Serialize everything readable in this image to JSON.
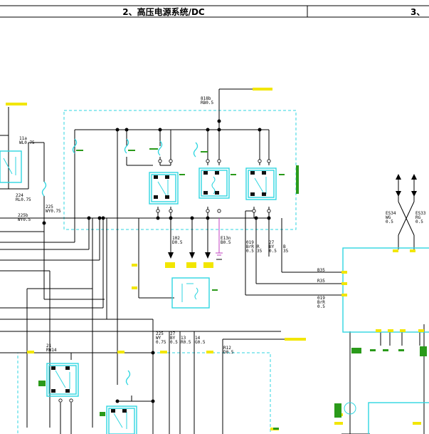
{
  "header": {
    "title_left": "2、高压电源系统/DC",
    "title_right": "3、"
  },
  "wire_labels": [
    {
      "id": "w818b",
      "lines": [
        "818b",
        "RB0.5"
      ]
    },
    {
      "id": "w11a",
      "lines": [
        "11a",
        "WL0.75"
      ]
    },
    {
      "id": "w224",
      "lines": [
        "224",
        "RL0.75"
      ]
    },
    {
      "id": "w225",
      "lines": [
        "225",
        "WY0.75"
      ]
    },
    {
      "id": "w225b",
      "lines": [
        "225b",
        "WY0.5"
      ]
    },
    {
      "id": "w102",
      "lines": [
        "102",
        "D0.5"
      ]
    },
    {
      "id": "wE13n",
      "lines": [
        "E13n",
        "B0.5"
      ]
    },
    {
      "id": "w019a",
      "lines": [
        "019",
        "BrR",
        "0.5"
      ]
    },
    {
      "id": "wR35a",
      "lines": [
        "R",
        "35"
      ]
    },
    {
      "id": "w27a",
      "lines": [
        "27",
        "BY",
        "0.5"
      ]
    },
    {
      "id": "wB35a",
      "lines": [
        "B",
        "35"
      ]
    },
    {
      "id": "wB35",
      "lines": [
        "B35"
      ]
    },
    {
      "id": "wR35",
      "lines": [
        "R35"
      ]
    },
    {
      "id": "w019b",
      "lines": [
        "019",
        "BrR",
        "0.5"
      ]
    },
    {
      "id": "wES34",
      "lines": [
        "ES34",
        "WG",
        "0.5"
      ]
    },
    {
      "id": "wES33",
      "lines": [
        "ES33",
        "RG",
        "0.5"
      ]
    },
    {
      "id": "w21",
      "lines": [
        "21",
        "RW14"
      ]
    },
    {
      "id": "w225c",
      "lines": [
        "225",
        "WY",
        "0.75"
      ]
    },
    {
      "id": "w27b",
      "lines": [
        "27",
        "BY",
        "0.5"
      ]
    },
    {
      "id": "w13",
      "lines": [
        "13",
        "R0.5"
      ]
    },
    {
      "id": "w14",
      "lines": [
        "14",
        "G0.5"
      ]
    },
    {
      "id": "wR12",
      "lines": [
        "R12",
        "D0.5"
      ]
    }
  ]
}
